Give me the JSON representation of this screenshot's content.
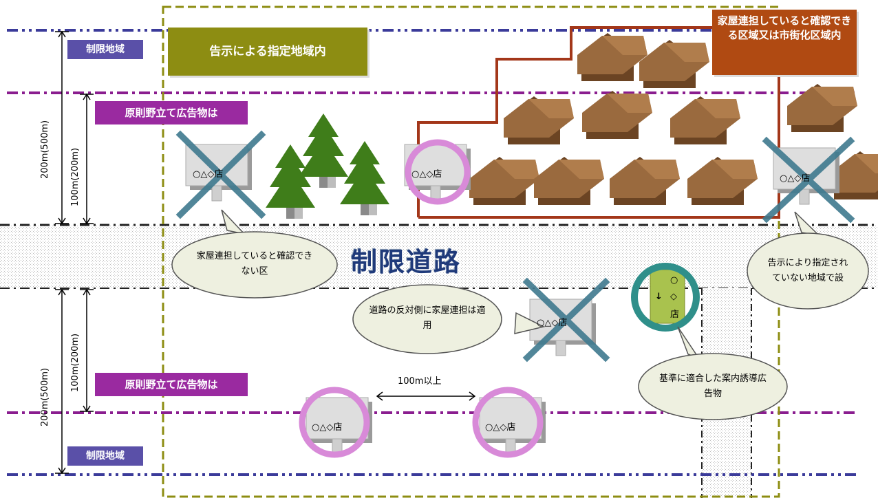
{
  "labels": {
    "restricted_area_top": "制限地域",
    "restricted_area_bottom": "制限地域",
    "no_standalone_top": "原則野立て広告物は",
    "no_standalone_bottom": "原則野立て広告物は",
    "designated_area": "告示による指定地域内",
    "continuous_housing": "家屋連担していると確認できる区域又は市街化区域内",
    "restricted_road": "制限道路"
  },
  "distances": {
    "outer_top": "200m(500m)",
    "inner_top": "100m(200m)",
    "outer_bottom": "200m(500m)",
    "inner_bottom": "100m(200m)",
    "spacing": "100m以上"
  },
  "signs": {
    "text": "○△◇店",
    "guide_line1": "○",
    "guide_line2": "◇",
    "guide_line3": "店",
    "guide_arrow": "↓"
  },
  "callouts": {
    "not_continuous": "家屋連担していると確認できない区",
    "opposite_side": "道路の反対側に家屋連担は適用",
    "not_designated": "告示により指定されていない地域で設",
    "guide_sign": "基準に適合した案内誘導広告物"
  },
  "colors": {
    "blue_line": "#3b3b9a",
    "purple_line": "#8a1d8f",
    "olive": "#8d8d12",
    "rust": "#b04a12",
    "tree": "#3f7d1a",
    "house": "#8b5e34",
    "cross": "#3f7a8f",
    "ok_ring": "#d88ad8",
    "guide_ring": "#2f8f8a"
  }
}
